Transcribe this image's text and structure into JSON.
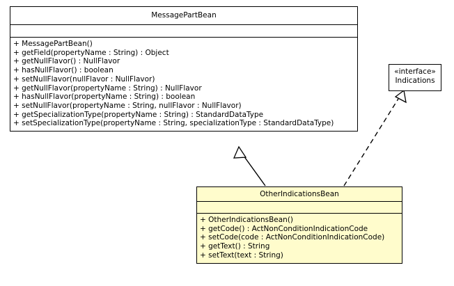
{
  "diagram": {
    "type": "uml-class-diagram",
    "background_color": "#ffffff",
    "line_color": "#000000",
    "class_fill_plain": "#ffffff",
    "class_fill_tinted": "#fffccc"
  },
  "classes": [
    {
      "id": "messagepartbean",
      "name": "MessagePartBean",
      "stereotype": "",
      "attributes": [],
      "operations": [
        "+ MessagePartBean()",
        "+ getField(propertyName : String) : Object",
        "+ getNullFlavor() : NullFlavor",
        "+ hasNullFlavor() : boolean",
        "+ setNullFlavor(nullFlavor : NullFlavor)",
        "+ getNullFlavor(propertyName : String) : NullFlavor",
        "+ hasNullFlavor(propertyName : String) : boolean",
        "+ setNullFlavor(propertyName : String, nullFlavor : NullFlavor)",
        "+ getSpecializationType(propertyName : String) : StandardDataType",
        "+ setSpecializationType(propertyName : String, specializationType : StandardDataType)"
      ]
    },
    {
      "id": "otherindicationsbean",
      "name": "OtherIndicationsBean",
      "stereotype": "",
      "attributes": [],
      "operations": [
        "+ OtherIndicationsBean()",
        "+ getCode() : ActNonConditionIndicationCode",
        "+ setCode(code : ActNonConditionIndicationCode)",
        "+ getText() : String",
        "+ setText(text : String)"
      ]
    }
  ],
  "interfaces": [
    {
      "id": "indications",
      "stereotype": "«interface»",
      "name": "Indications"
    }
  ],
  "relationships": [
    {
      "id": "generalization",
      "kind": "generalization",
      "style": "solid",
      "arrowhead": "hollow-triangle",
      "from": "OtherIndicationsBean",
      "to": "MessagePartBean"
    },
    {
      "id": "realization",
      "kind": "realization",
      "style": "dashed",
      "arrowhead": "hollow-triangle",
      "from": "OtherIndicationsBean",
      "to": "Indications"
    }
  ]
}
